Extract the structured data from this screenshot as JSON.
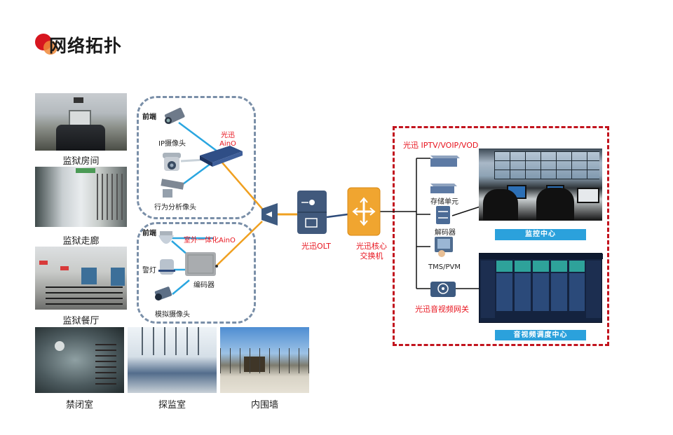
{
  "header": {
    "title": "网络拓扑",
    "accent_colors": [
      "#d7161f",
      "#f08a3a"
    ]
  },
  "photos": [
    {
      "id": "room",
      "label": "监狱房间"
    },
    {
      "id": "corridor",
      "label": "监狱走廊"
    },
    {
      "id": "canteen",
      "label": "监狱餐厅"
    },
    {
      "id": "cell",
      "label": "禁闭室"
    },
    {
      "id": "visit",
      "label": "探监室"
    },
    {
      "id": "wall",
      "label": "内围墙"
    }
  ],
  "front_end_top": {
    "group_label": "前端",
    "devices": [
      {
        "name": "ip-camera-box",
        "label": ""
      },
      {
        "name": "ip-camera-dome",
        "label": "IP摄像头"
      },
      {
        "name": "behavior-analysis-camera",
        "label": "行为分析像头"
      }
    ],
    "aggregator": {
      "label_line1": "光迅",
      "label_line2": "AinO"
    }
  },
  "front_end_bottom": {
    "group_label": "前端",
    "devices": [
      {
        "name": "dome-camera",
        "label": ""
      },
      {
        "name": "warning-light",
        "label": "警灯"
      },
      {
        "name": "analog-camera",
        "label": "模拟摄像头"
      }
    ],
    "encoder": {
      "label": "编码器"
    },
    "outdoor_unit": {
      "label": "室外一体化AinO"
    }
  },
  "core": {
    "splitter": {
      "label": ""
    },
    "olt": {
      "label": "光迅OLT"
    },
    "core_switch": {
      "label_line1": "光迅核心",
      "label_line2": "交换机"
    }
  },
  "backend": {
    "service_label": "光迅 IPTV/VOIP/VOD",
    "devices": [
      {
        "name": "iptv-server",
        "label": ""
      },
      {
        "name": "storage-unit",
        "label": "存储单元"
      },
      {
        "name": "decoder",
        "label": "解码器"
      },
      {
        "name": "tms-pvm",
        "label": "TMS/PVM"
      },
      {
        "name": "av-gateway",
        "label": "光迅音视频网关"
      }
    ],
    "monitoring_center": {
      "label": "监控中心"
    },
    "dispatch_center": {
      "label": "音视频调度中心"
    }
  },
  "colors": {
    "fiber_orange": "#f0a020",
    "ethernet_blue": "#2aa6e0",
    "device_navy": "#3d5a80",
    "red_label": "#e8141e",
    "backend_border": "#c2141e",
    "group_border": "#7a8fa8",
    "label_bar": "#2ba1dc"
  }
}
